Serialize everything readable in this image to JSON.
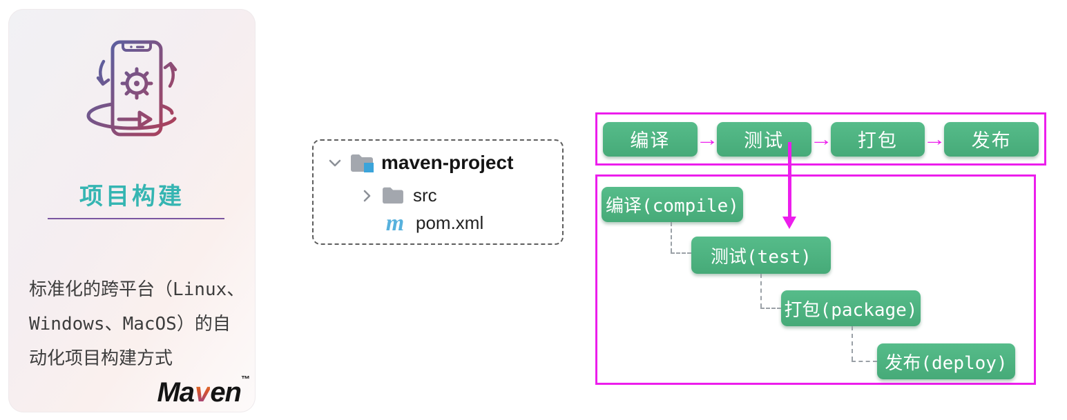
{
  "card": {
    "title": "项目构建",
    "description_lines": [
      "标准化的跨平台（Linux、",
      "Windows、MacOS）的自",
      "动化项目构建方式"
    ],
    "logo": {
      "part1": "Ma",
      "part2": "v",
      "part3": "en",
      "tm": "™"
    }
  },
  "file_tree": {
    "items": [
      {
        "label": "maven-project",
        "type": "folder-expanded"
      },
      {
        "label": "src",
        "type": "folder-collapsed"
      },
      {
        "label": "pom.xml",
        "type": "maven-file",
        "badge": "m"
      }
    ]
  },
  "pipeline": {
    "stages": [
      "编译",
      "测试",
      "打包",
      "发布"
    ],
    "arrow": "→"
  },
  "lifecycle": {
    "steps": [
      "编译(compile)",
      "测试(test)",
      "打包(package)",
      "发布(deploy)"
    ]
  },
  "colors": {
    "stage_green": "#4cb381",
    "annotation_magenta": "#ec1dec",
    "title_teal": "#35b5b2",
    "divider_purple": "#7a55a0",
    "folder_gray": "#a3a7ae",
    "maven_blue": "#57b1dd"
  }
}
